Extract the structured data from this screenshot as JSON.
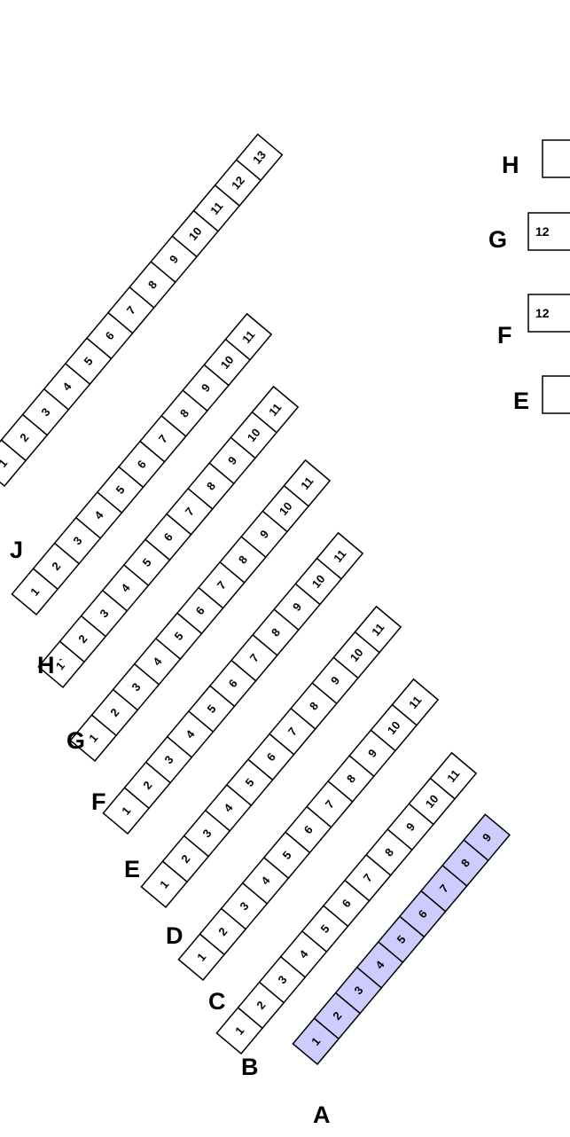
{
  "colors": {
    "highlight": "#ccccff",
    "stroke": "#000000",
    "background": "#ffffff"
  },
  "rows": [
    {
      "name": "A",
      "seats": [
        "1",
        "2",
        "3",
        "4",
        "5",
        "6",
        "7",
        "8",
        "9"
      ],
      "highlighted": true
    },
    {
      "name": "B",
      "seats": [
        "1",
        "2",
        "3",
        "4",
        "5",
        "6",
        "7",
        "8",
        "9",
        "10",
        "11"
      ],
      "highlighted": false
    },
    {
      "name": "C",
      "seats": [
        "1",
        "2",
        "3",
        "4",
        "5",
        "6",
        "7",
        "8",
        "9",
        "10",
        "11"
      ],
      "highlighted": false
    },
    {
      "name": "D",
      "seats": [
        "1",
        "2",
        "3",
        "4",
        "5",
        "6",
        "7",
        "8",
        "9",
        "10",
        "11"
      ],
      "highlighted": false
    },
    {
      "name": "E",
      "seats": [
        "1",
        "2",
        "3",
        "4",
        "5",
        "6",
        "7",
        "8",
        "9",
        "10",
        "11"
      ],
      "highlighted": false
    },
    {
      "name": "F",
      "seats": [
        "1",
        "2",
        "3",
        "4",
        "5",
        "6",
        "7",
        "8",
        "9",
        "10",
        "11"
      ],
      "highlighted": false
    },
    {
      "name": "G",
      "seats": [
        "1`",
        "2",
        "3",
        "4",
        "5",
        "6",
        "7",
        "8",
        "9",
        "10",
        "11"
      ],
      "highlighted": false
    },
    {
      "name": "H",
      "seats": [
        "1",
        "2",
        "3",
        "4",
        "5",
        "6",
        "7",
        "8",
        "9",
        "10",
        "11"
      ],
      "highlighted": false
    },
    {
      "name": "J",
      "seats": [
        "1",
        "2",
        "3",
        "4",
        "5",
        "6",
        "7",
        "8",
        "9",
        "10",
        "11",
        "12",
        "13"
      ],
      "highlighted": false
    }
  ],
  "side_rows": [
    {
      "name": "H",
      "seat": ""
    },
    {
      "name": "G",
      "seat": "12"
    },
    {
      "name": "F",
      "seat": "12"
    },
    {
      "name": "E",
      "seat": ""
    }
  ]
}
